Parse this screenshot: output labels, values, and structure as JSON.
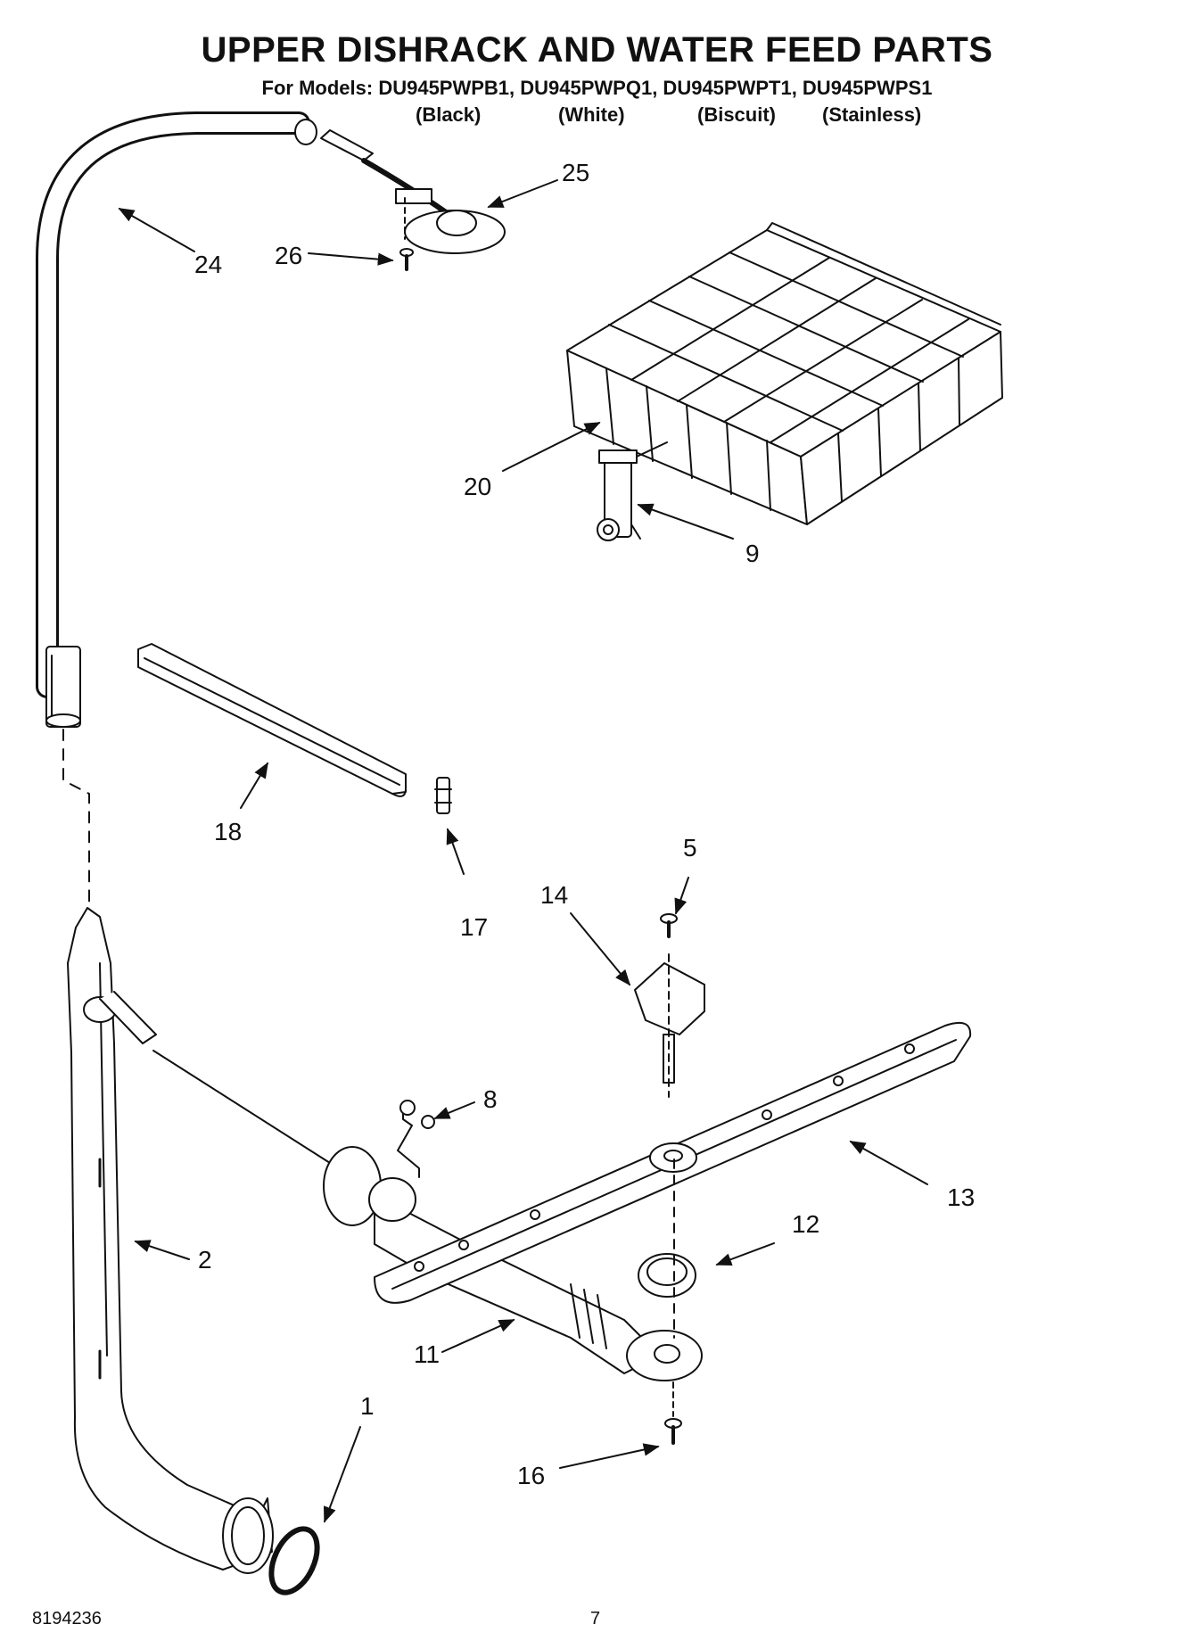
{
  "header": {
    "title": "UPPER DISHRACK AND WATER FEED PARTS",
    "models_line": "For Models: DU945PWPB1, DU945PWPQ1, DU945PWPT1, DU945PWPS1",
    "colors": [
      "(Black)",
      "(White)",
      "(Biscuit)",
      "(Stainless)"
    ]
  },
  "callouts": {
    "c1": "1",
    "c2": "2",
    "c5": "5",
    "c8": "8",
    "c9": "9",
    "c11": "11",
    "c12": "12",
    "c13": "13",
    "c14": "14",
    "c16": "16",
    "c17": "17",
    "c18": "18",
    "c20": "20",
    "c24": "24",
    "c25": "25",
    "c26": "26"
  },
  "footer": {
    "doc_number": "8194236",
    "page_number": "7"
  }
}
